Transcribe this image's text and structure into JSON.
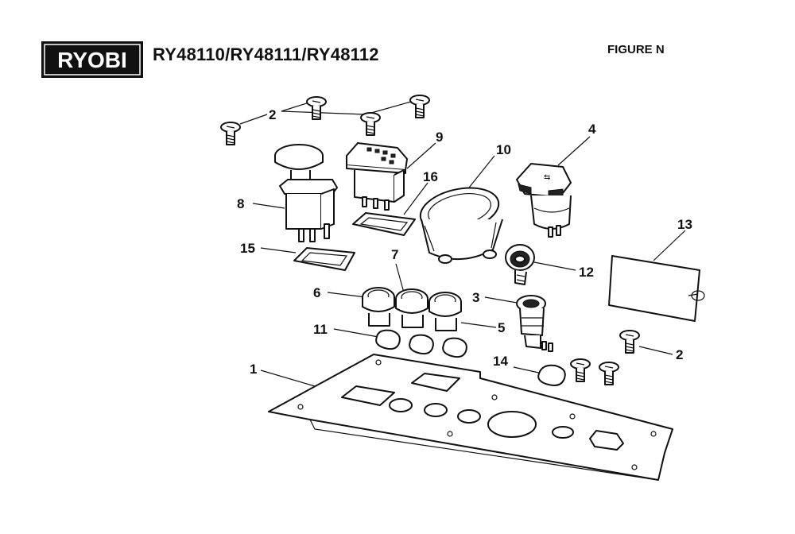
{
  "brand": {
    "logo_text": "RYOBI"
  },
  "header": {
    "model_numbers": "RY48110/RY48111/RY48112",
    "figure_label": "FIGURE N"
  },
  "callouts": [
    {
      "id": "c2a",
      "text": "2"
    },
    {
      "id": "c9",
      "text": "9"
    },
    {
      "id": "c4",
      "text": "4"
    },
    {
      "id": "c10",
      "text": "10"
    },
    {
      "id": "c8",
      "text": "8"
    },
    {
      "id": "c16",
      "text": "16"
    },
    {
      "id": "c13",
      "text": "13"
    },
    {
      "id": "c15",
      "text": "15"
    },
    {
      "id": "c7",
      "text": "7"
    },
    {
      "id": "c12",
      "text": "12"
    },
    {
      "id": "c6",
      "text": "6"
    },
    {
      "id": "c3",
      "text": "3"
    },
    {
      "id": "c11",
      "text": "11"
    },
    {
      "id": "c5",
      "text": "5"
    },
    {
      "id": "c2b",
      "text": "2"
    },
    {
      "id": "c14",
      "text": "14"
    },
    {
      "id": "c1",
      "text": "1"
    }
  ]
}
